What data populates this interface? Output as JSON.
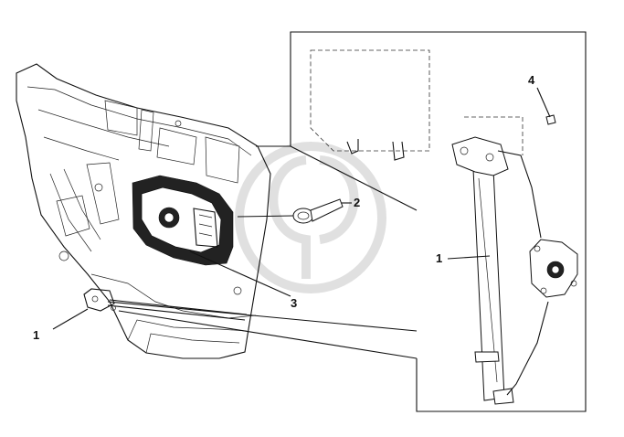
{
  "callouts": {
    "c1_left": "1",
    "c1_right": "1",
    "c2": "2",
    "c3": "3",
    "c4": "4"
  },
  "icons": {
    "watermark": "gp-watermark-icon"
  }
}
